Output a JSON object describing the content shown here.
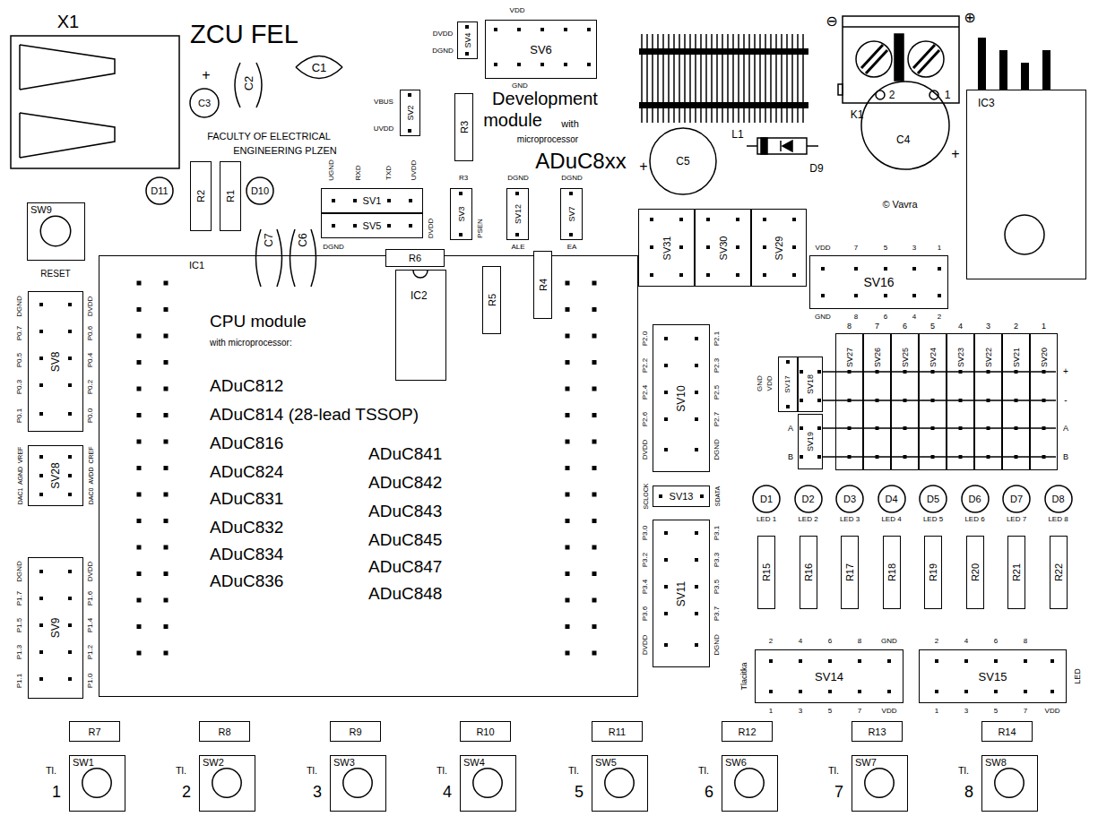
{
  "diagram": {
    "title": "ZCU FEL",
    "nodes": [
      {
        "text": [
          "C3"
        ]
      },
      {
        "text": [
          "D11"
        ]
      },
      {
        "text": [
          "R2"
        ]
      },
      {
        "text": [
          "R1"
        ]
      },
      {
        "text": [
          "D10"
        ]
      },
      {
        "text": [
          "SW9"
        ]
      },
      {
        "text": [
          "SV4"
        ]
      },
      {
        "text": [
          "SV6"
        ]
      },
      {
        "text": [
          "SV2"
        ]
      },
      {
        "text": [
          "R3"
        ]
      },
      {
        "text": [
          "SV1"
        ]
      },
      {
        "text": [
          "SV5"
        ]
      },
      {
        "text": [
          "SV3"
        ]
      },
      {
        "text": [
          "SV12"
        ]
      },
      {
        "text": [
          "SV7"
        ]
      },
      {
        "text": [
          "IC1",
          "CPU module",
          "with microprocessor:",
          "ADuC812",
          "ADuC814 (28-lead TSSOP)",
          "ADuC816",
          "ADuC824",
          "ADuC831",
          "ADuC832",
          "ADuC834",
          "ADuC836",
          "ADuC841",
          "ADuC842",
          "ADuC843",
          "ADuC845",
          "ADuC847",
          "ADuC848"
        ]
      },
      {
        "text": [
          "R6"
        ]
      },
      {
        "text": [
          "IC2"
        ],
        "in": 15
      },
      {
        "text": [
          "R5"
        ],
        "in": 15
      },
      {
        "text": [
          "R4"
        ]
      },
      {
        "text": [
          "C5"
        ]
      },
      {
        "text": [
          "C4"
        ]
      },
      {
        "text": [
          "IC3"
        ]
      },
      {
        "text": [
          "SV31"
        ]
      },
      {
        "text": [
          "SV30"
        ]
      },
      {
        "text": [
          "SV29"
        ]
      },
      {
        "text": [
          "SV16"
        ]
      },
      {
        "text": [
          "SV8"
        ]
      },
      {
        "text": [
          "SV28"
        ]
      },
      {
        "text": [
          "SV9"
        ]
      },
      {
        "text": [
          "SV10"
        ]
      },
      {
        "text": [
          "SV13"
        ]
      },
      {
        "text": [
          "SV11"
        ]
      },
      {
        "text": [
          "SV17"
        ]
      },
      {
        "text": [
          "SV18"
        ]
      },
      {
        "text": [
          "SV19"
        ]
      },
      {
        "text": [
          "SV27"
        ]
      },
      {
        "text": [
          "SV26"
        ]
      },
      {
        "text": [
          "SV25"
        ]
      },
      {
        "text": [
          "SV24"
        ]
      },
      {
        "text": [
          "SV23"
        ]
      },
      {
        "text": [
          "SV22"
        ]
      },
      {
        "text": [
          "SV21"
        ]
      },
      {
        "text": [
          "SV20"
        ]
      },
      {
        "text": [
          "D1"
        ]
      },
      {
        "text": [
          "D2"
        ]
      },
      {
        "text": [
          "D3"
        ]
      },
      {
        "text": [
          "D4"
        ]
      },
      {
        "text": [
          "D5"
        ]
      },
      {
        "text": [
          "D6"
        ]
      },
      {
        "text": [
          "D7"
        ]
      },
      {
        "text": [
          "D8"
        ]
      },
      {
        "text": [
          "R15"
        ]
      },
      {
        "text": [
          "R16"
        ]
      },
      {
        "text": [
          "R17"
        ]
      },
      {
        "text": [
          "R18"
        ]
      },
      {
        "text": [
          "R19"
        ]
      },
      {
        "text": [
          "R20"
        ]
      },
      {
        "text": [
          "R21"
        ]
      },
      {
        "text": [
          "R22"
        ]
      },
      {
        "text": [
          "SV14"
        ]
      },
      {
        "text": [
          "SV15"
        ]
      },
      {
        "text": [
          "R7"
        ]
      },
      {
        "text": [
          "R8"
        ]
      },
      {
        "text": [
          "R9"
        ]
      },
      {
        "text": [
          "R10"
        ]
      },
      {
        "text": [
          "R11"
        ]
      },
      {
        "text": [
          "R12"
        ]
      },
      {
        "text": [
          "R13"
        ]
      },
      {
        "text": [
          "R14"
        ]
      },
      {
        "text": [
          "SW1"
        ]
      },
      {
        "text": [
          "SW2"
        ]
      },
      {
        "text": [
          "SW3"
        ]
      },
      {
        "text": [
          "SW4"
        ]
      },
      {
        "text": [
          "SW5"
        ]
      },
      {
        "text": [
          "SW6"
        ]
      },
      {
        "text": [
          "SW7"
        ]
      },
      {
        "text": [
          "SW8"
        ]
      }
    ],
    "labels": [
      "X1",
      "+",
      "C2",
      "C1",
      "FACULTY OF ELECTRICAL",
      "ENGINEERING PLZEN",
      "VDD",
      "DVDD",
      "DGND",
      "GND",
      "VBUS",
      "UVDD",
      "Development",
      "module",
      "with",
      "microprocessor",
      "ADuC8xx",
      "⊖",
      "⊕",
      "2",
      "1",
      "K1",
      "L1",
      "D9",
      "+",
      "+",
      "© Vavra",
      "UGND",
      "RXD",
      "TXD",
      "UVDD",
      "R3",
      "DGND",
      "DGND",
      "DVDD",
      "PSEN",
      "DGND",
      "ALE",
      "EA",
      "RESET",
      "C7",
      "C6",
      "DGND",
      "P0.7",
      "P0.5",
      "P0.3",
      "P0.1",
      "DVDD",
      "P0.6",
      "P0.4",
      "P0.2",
      "P0.0",
      "VREF",
      "AGND",
      "DAC1",
      "CREF",
      "AVDD",
      "DAC0",
      "DGND",
      "P1.7",
      "P1.5",
      "P1.3",
      "P1.1",
      "DVDD",
      "P1.6",
      "P1.4",
      "P1.2",
      "P1.0",
      "P2.0",
      "P2.2",
      "P2.4",
      "P2.6",
      "DVDD",
      "P2.1",
      "P2.3",
      "P2.5",
      "P2.7",
      "DGND",
      "SCLOCK",
      "SDATA",
      "P3.0",
      "P3.2",
      "P3.4",
      "P3.6",
      "DVDD",
      "P3.1",
      "P3.3",
      "P3.5",
      "P3.7",
      "DGND",
      "VDD",
      "7",
      "5",
      "3",
      "1",
      "GND",
      "8",
      "6",
      "4",
      "2",
      "GND",
      "VDD",
      "8",
      "7",
      "6",
      "5",
      "4",
      "3",
      "2",
      "1",
      "+",
      "-",
      "A",
      "B",
      "A",
      "B",
      "LED 1",
      "LED 2",
      "LED 3",
      "LED 4",
      "LED 5",
      "LED 6",
      "LED 7",
      "LED 8",
      "2",
      "4",
      "6",
      "8",
      "GND",
      "1",
      "3",
      "5",
      "7",
      "VDD",
      "Tlacitka",
      "2",
      "4",
      "6",
      "8",
      "1",
      "3",
      "5",
      "7",
      "VDD",
      "LED",
      "Tl.",
      "1",
      "Tl.",
      "2",
      "Tl.",
      "3",
      "Tl.",
      "4",
      "Tl.",
      "5",
      "Tl.",
      "6",
      "Tl.",
      "7",
      "Tl.",
      "8"
    ]
  }
}
